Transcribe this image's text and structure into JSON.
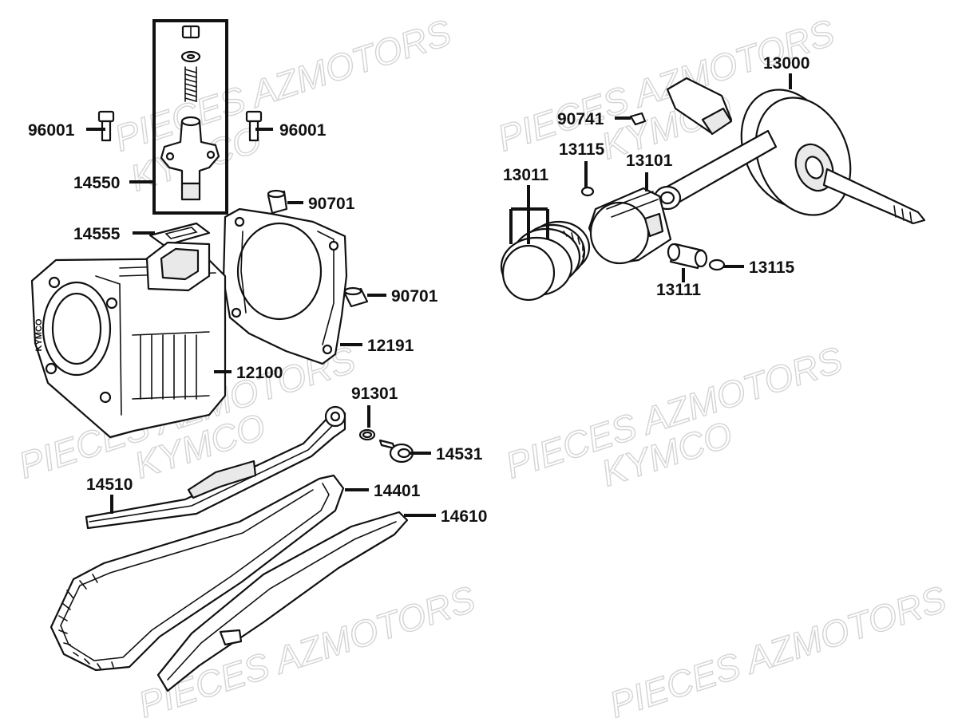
{
  "watermarks": [
    "PIECES AZMOTORS",
    "KYMCO"
  ],
  "cylinder_stamp": "KYMCO",
  "callouts": {
    "c96001a": "96001",
    "c96001b": "96001",
    "c14550": "14550",
    "c14555": "14555",
    "c90701a": "90701",
    "c90701b": "90701",
    "c12191": "12191",
    "c12100": "12100",
    "c91301": "91301",
    "c14531": "14531",
    "c14510": "14510",
    "c14401": "14401",
    "c14610": "14610",
    "c13000": "13000",
    "c90741": "90741",
    "c13115a": "13115",
    "c13101": "13101",
    "c13011": "13011",
    "c13115b": "13115",
    "c13111": "13111"
  },
  "colors": {
    "ink": "#111111",
    "watermark": "#d4d4d4",
    "background": "#ffffff"
  }
}
